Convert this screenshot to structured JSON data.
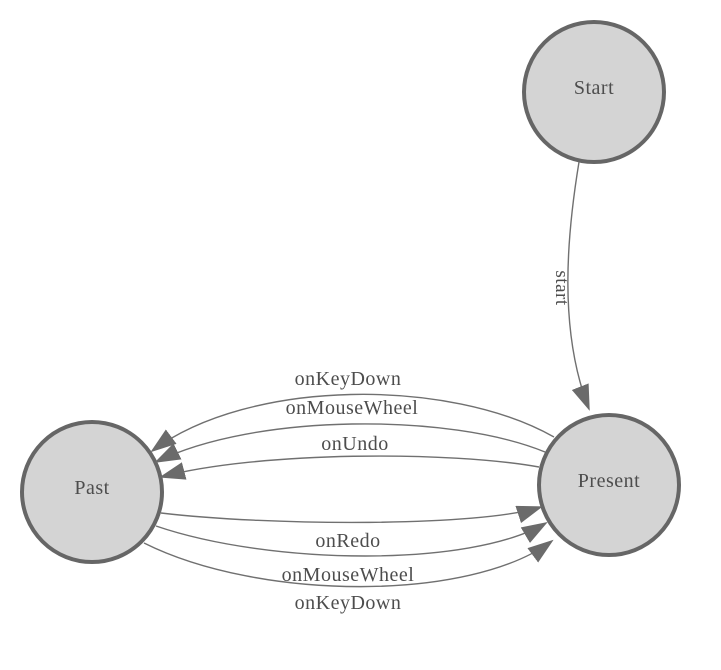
{
  "diagram": {
    "type": "state-machine",
    "background": "#ffffff",
    "colors": {
      "node_fill": "#d4d4d4",
      "node_border": "#666666",
      "edge_line": "#707070",
      "arrowhead": "#6b6b6b",
      "label_text": "#4d4d4d"
    },
    "nodes": [
      {
        "id": "start",
        "label": "Start"
      },
      {
        "id": "present",
        "label": "Present"
      },
      {
        "id": "past",
        "label": "Past"
      }
    ],
    "edges": [
      {
        "from": "Start",
        "to": "Present",
        "label": "start"
      },
      {
        "from": "Present",
        "to": "Past",
        "label": "onKeyDown"
      },
      {
        "from": "Present",
        "to": "Past",
        "label": "onMouseWheel"
      },
      {
        "from": "Present",
        "to": "Past",
        "label": "onUndo"
      },
      {
        "from": "Past",
        "to": "Present",
        "label": "onRedo"
      },
      {
        "from": "Past",
        "to": "Present",
        "label": "onMouseWheel"
      },
      {
        "from": "Past",
        "to": "Present",
        "label": "onKeyDown"
      }
    ]
  }
}
